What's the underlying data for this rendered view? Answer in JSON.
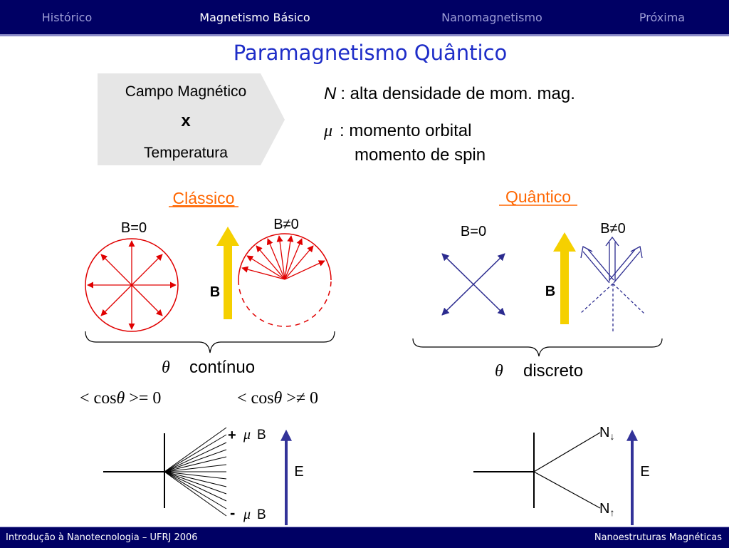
{
  "nav": {
    "items": [
      {
        "label": "Histórico",
        "active": false
      },
      {
        "label": "Magnetismo Básico",
        "active": true
      },
      {
        "label": "Nanomagnetismo",
        "active": false
      },
      {
        "label": "Próxima",
        "active": false
      }
    ]
  },
  "title": "Paramagnetismo Quântico",
  "arrow_box": {
    "line1": "Campo Magnético",
    "line2": "x",
    "line3": "Temperatura"
  },
  "definitions": {
    "n_symbol": "N",
    "n_text": ": alta densidade de mom. mag.",
    "mu_symbol": "μ",
    "mu_text": ": momento orbital",
    "mu_text2": "momento de spin"
  },
  "classical": {
    "heading": "Clássico",
    "b_zero": "B=0",
    "b_nonzero": "B≠0",
    "field_label": "B",
    "theta": "θ",
    "theta_text": "contínuo",
    "formula_zero": {
      "prefix": "< cos",
      "theta": "θ",
      "suffix": " >= 0"
    },
    "formula_nonzero": {
      "prefix": "< cos",
      "theta": "θ",
      "suffix": " >≠ 0"
    },
    "energy": {
      "plus": "+",
      "minus": "-",
      "mu": "μ",
      "b": "B",
      "axis_label": "E"
    }
  },
  "quantum": {
    "heading": "Quântico",
    "b_zero": "B=0",
    "b_nonzero": "B≠0",
    "field_label": "B",
    "theta": "θ",
    "theta_text": "discreto",
    "energy": {
      "upper_letter": "N",
      "upper_sub": "↓",
      "lower_letter": "N",
      "lower_sub": "↑",
      "axis_label": "E"
    }
  },
  "footer": {
    "left": "Introdução à Nanotecnologia – UFRJ 2006",
    "right": "Nanoestruturas Magnéticas"
  },
  "colors": {
    "navbar": "#000064",
    "title": "#1e2dc8",
    "orange_heading": "#ff6600",
    "classical_red": "#e00000",
    "quantum_navy": "#2b2b8f",
    "field_yellow": "#f5d000",
    "energy_arrow_blue": "#333399"
  }
}
